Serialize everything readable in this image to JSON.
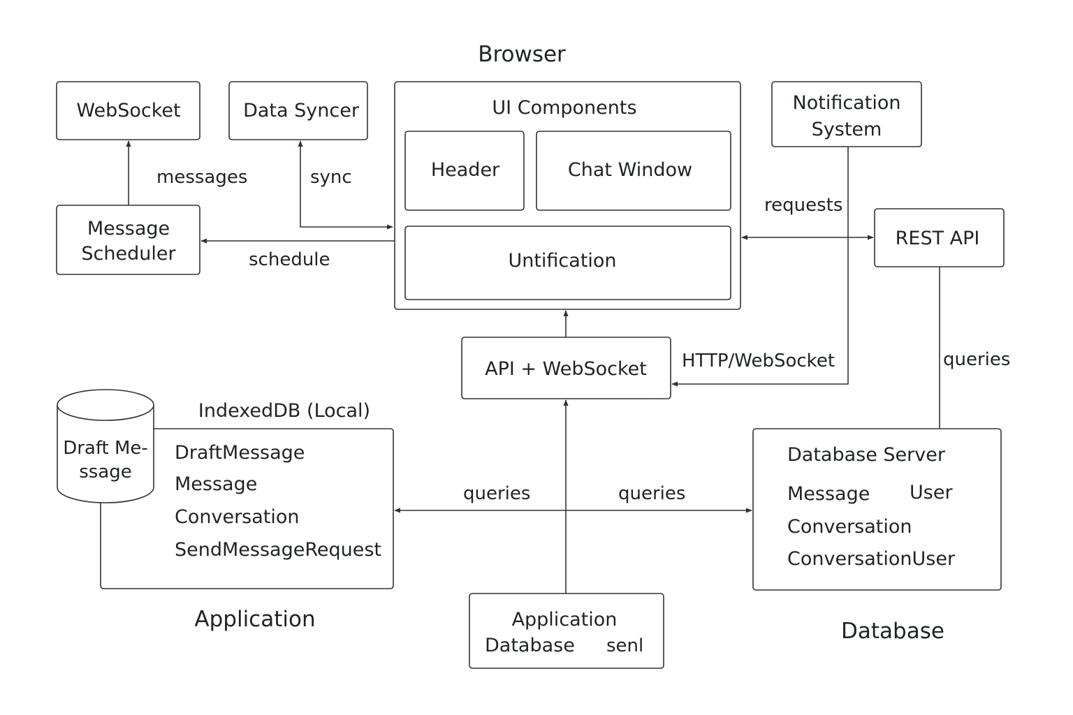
{
  "groups": {
    "browser": "Browser",
    "application": "Application",
    "database": "Database"
  },
  "nodes": {
    "websocket": "WebSocket",
    "data_syncer": "Data Syncer",
    "message_scheduler": [
      "Message",
      "Scheduler"
    ],
    "ui_components": {
      "title": "UI Components",
      "header": "Header",
      "chat_window": "Chat Window",
      "untification": "Untification"
    },
    "notification_system": [
      "Notification",
      "System"
    ],
    "rest_api": "REST API",
    "api_websocket": "API + WebSocket",
    "indexeddb": {
      "title": "IndexedDB (Local)",
      "cylinder": [
        "Draft Me-",
        "ssage"
      ],
      "items": [
        "DraftMessage",
        "Message",
        "Conversation",
        "SendMessageRequest"
      ]
    },
    "database_server": {
      "title": "Database Server",
      "items": [
        "Message",
        "User",
        "Conversation",
        "ConversationUser"
      ]
    },
    "application_database": [
      "Application",
      "Database",
      "senl"
    ]
  },
  "edges": {
    "messages": "messages",
    "sync": "sync",
    "schedule": "schedule",
    "requests": "requests",
    "http_websocket": "HTTP/WebSocket",
    "queries_right": "queries",
    "queries_left": "queries",
    "queries_mid": "queries"
  }
}
